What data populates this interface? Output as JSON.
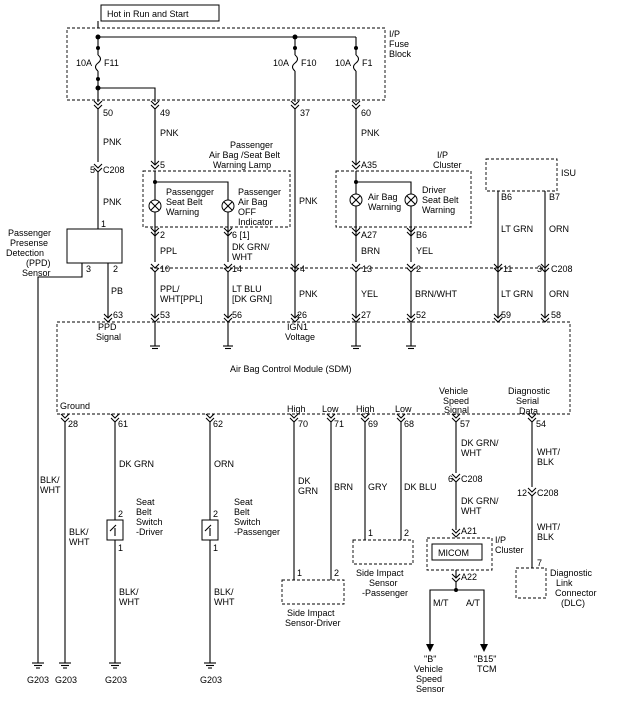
{
  "top_box": "Hot in Run and Start",
  "fuse_block": {
    "l1": "I/P",
    "l2": "Fuse",
    "l3": "Block"
  },
  "fuses": [
    {
      "amp": "10A",
      "name": "F11"
    },
    {
      "amp": "10A",
      "name": "F10"
    },
    {
      "amp": "10A",
      "name": "F1"
    }
  ],
  "fuse_pins": [
    "50",
    "49",
    "37",
    "60"
  ],
  "pnk": "PNK",
  "c208": "C208",
  "lamp": {
    "title1": "Passenger",
    "title2": "Air Bag /Seat Belt",
    "title3": "Warning Lamp",
    "l1_a": "Passengger",
    "l1_b": "Seat Belt",
    "l1_c": "Warning",
    "l2_a": "Passenger",
    "l2_b": "Air Bag",
    "l2_c": "OFF",
    "l2_d": "Indicator",
    "pin_top": "5",
    "pin_l": "2",
    "pin_r": "6 [1]"
  },
  "cluster": {
    "title1": "I/P",
    "title2": "Cluster",
    "pin_top": "A35",
    "pin_l": "A27",
    "pin_r": "B6",
    "l1_a": "Air Bag",
    "l1_b": "Warning",
    "l2_a": "Driver",
    "l2_b": "Seat Belt",
    "l2_c": "Warning"
  },
  "isu": {
    "name": "ISU",
    "pin_l": "B6",
    "pin_r": "B7"
  },
  "ppd": {
    "l1": "Passenger",
    "l2": "Presense",
    "l3": "Detection",
    "l4": "(PPD)",
    "l5": "Sensor",
    "pin1": "1",
    "pin3": "3",
    "pin2": "2"
  },
  "wires_upper": {
    "ppl": "PPL",
    "dkgrn_a": "DK GRN/",
    "dkgrn_b": "WHT",
    "brn": "BRN",
    "yel": "YEL",
    "ltgrn": "LT GRN",
    "orn": "ORN"
  },
  "pins_c208_row": [
    "10",
    "14",
    "4",
    "13",
    "2",
    "11",
    "3"
  ],
  "wires_lower": {
    "pb": "PB",
    "pplwht_a": "PPL/",
    "pplwht_b": "WHT[PPL]",
    "ltblu_a": "LT BLU",
    "ltblu_b": "[DK GRN]",
    "pnk": "PNK",
    "yel": "YEL",
    "brnwht": "BRN/WHT",
    "ltgrn": "LT GRN",
    "orn": "ORN"
  },
  "sdm_pins_top": [
    "63",
    "53",
    "56",
    "26",
    "27",
    "52",
    "59",
    "58"
  ],
  "ppd_signal_a": "PPD",
  "ppd_signal_b": "Signal",
  "ign_a": "IGN1",
  "ign_b": "Voltage",
  "sdm_title": "Air Bag Control Module (SDM)",
  "sdm_labels": {
    "ground": "Ground",
    "high": "High",
    "low": "Low",
    "vss_a": "Vehicle",
    "vss_b": "Speed",
    "vss_c": "Signal",
    "diag_a": "Diagnostic",
    "diag_b": "Serial",
    "diag_c": "Data"
  },
  "sdm_pins_bottom": [
    "28",
    "61",
    "62",
    "70",
    "71",
    "69",
    "68",
    "57",
    "54"
  ],
  "lower_wires": {
    "blkwht_a": "BLK/",
    "blkwht_b": "WHT",
    "dkgrn": "DK GRN",
    "orn": "ORN",
    "dkgrn2_a": "DK",
    "dkgrn2_b": "GRN",
    "brn": "BRN",
    "gry": "GRY",
    "dkblu": "DK BLU",
    "vss_w1_a": "DK GRN/",
    "vss_w1_b": "WHT",
    "diag_w1_a": "WHT/",
    "diag_w1_b": "BLK"
  },
  "sw_driver": {
    "l1": "Seat",
    "l2": "Belt",
    "l3": "Switch",
    "l4": "-Driver",
    "p2": "2",
    "p1": "1"
  },
  "sw_pass": {
    "l1": "Seat",
    "l2": "Belt",
    "l3": "Switch",
    "l4": "-Passenger",
    "p2": "2",
    "p1": "1"
  },
  "c208_pins_lower": {
    "vss": "6",
    "diag": "12"
  },
  "side_pass": {
    "l1": "Side Impact",
    "l2": "Sensor",
    "l3": "-Passenger",
    "p1": "1",
    "p2": "2"
  },
  "side_drv": {
    "l1": "Side Impact",
    "l2": "Sensor-Driver",
    "p1": "1",
    "p2": "2"
  },
  "cluster2": {
    "micom": "MICOM",
    "t1": "I/P",
    "t2": "Cluster",
    "pin_top": "A21",
    "pin_bot": "A22",
    "mt": "M/T",
    "at": "A/T"
  },
  "dlc": {
    "l1": "Diagnostic",
    "l2": "Link",
    "l3": "Connector",
    "l4": "(DLC)",
    "pin": "7"
  },
  "grounds": [
    "G203",
    "G203",
    "G203",
    "G203"
  ],
  "vss_sensor": {
    "l1": "\"B\"",
    "l2": "Vehicle",
    "l3": "Speed",
    "l4": "Sensor"
  },
  "tcm": {
    "l1": "\"B15\"",
    "l2": "TCM"
  }
}
